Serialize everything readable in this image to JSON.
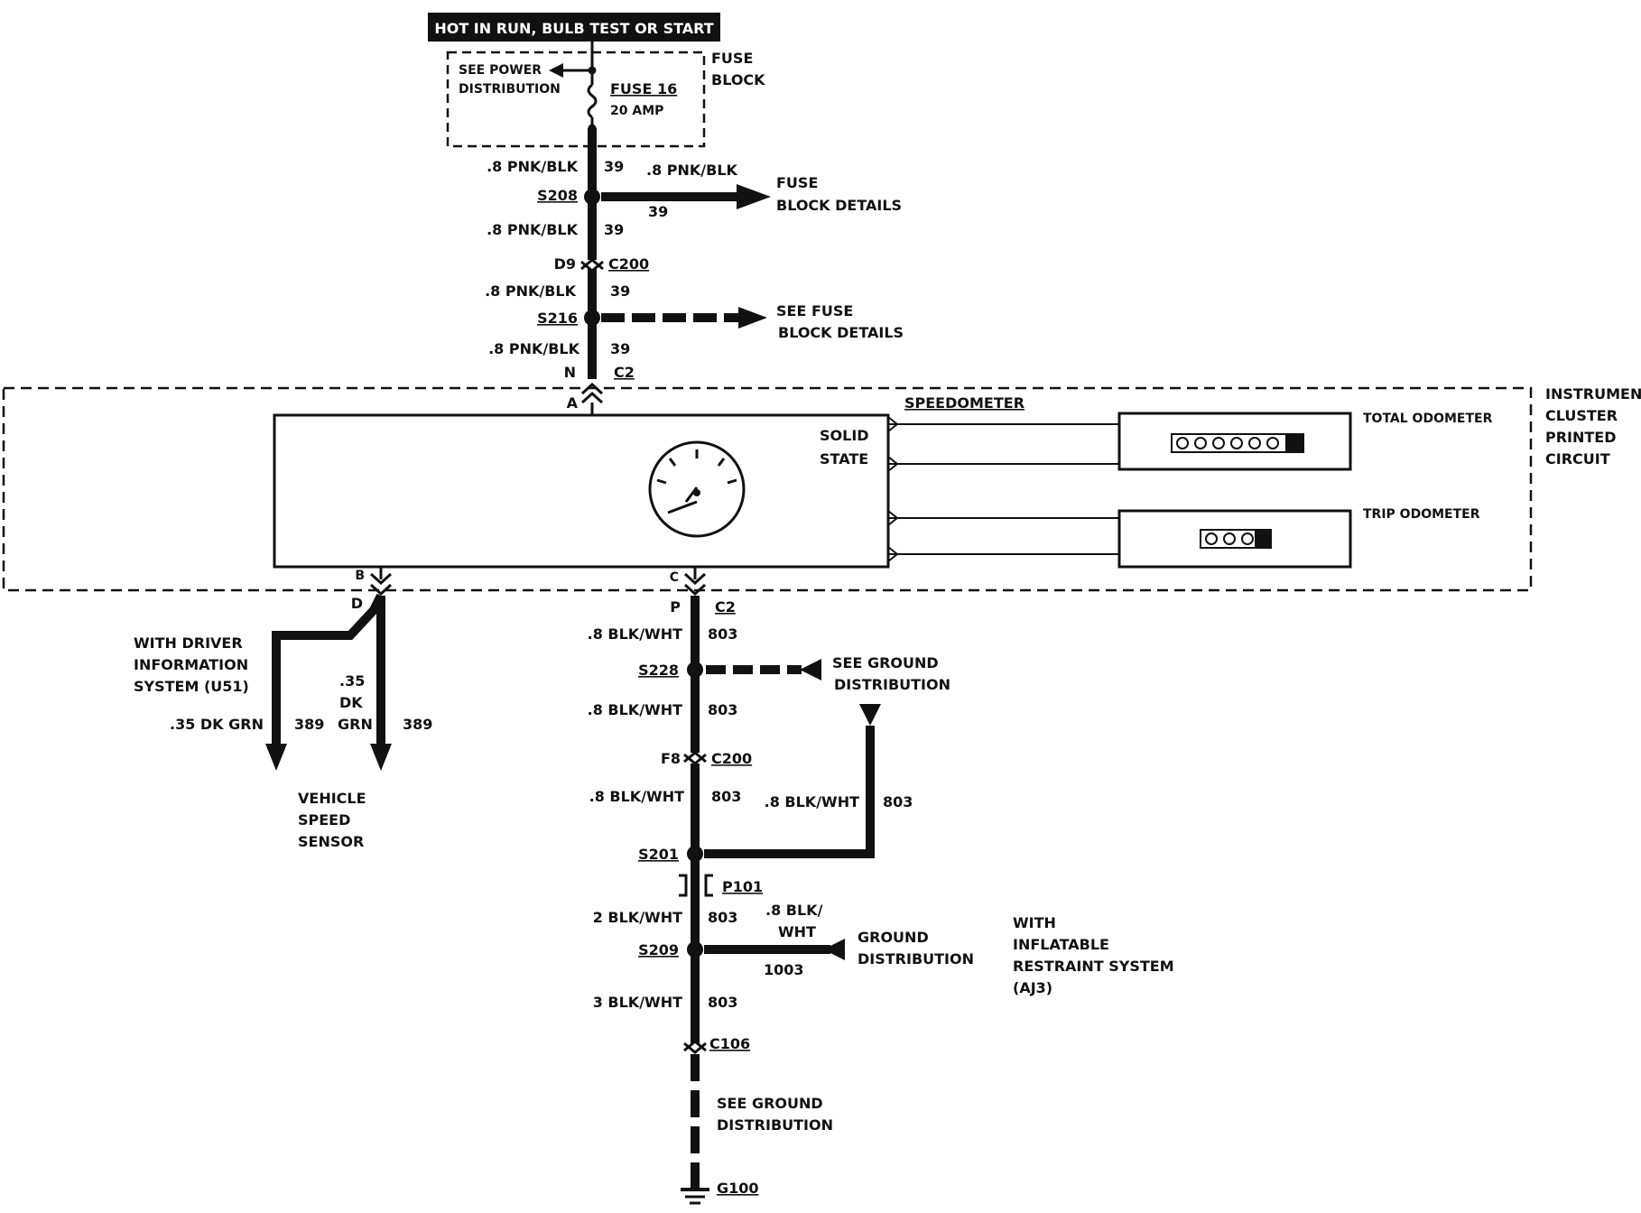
{
  "header": {
    "power_label": "HOT IN RUN, BULB TEST OR START"
  },
  "fuse_block": {
    "title_line1": "FUSE",
    "title_line2": "BLOCK",
    "see_power_line1": "SEE POWER",
    "see_power_line2": "DISTRIBUTION",
    "fuse_name": "FUSE 16",
    "fuse_rating": "20 AMP"
  },
  "upper_wires": {
    "seg1_wire": ".8 PNK/BLK",
    "seg1_circuit": "39",
    "branch1_wire": ".8 PNK/BLK",
    "branch1_circuit": "39",
    "branch1_dest_line1": "FUSE",
    "branch1_dest_line2": "BLOCK DETAILS",
    "splice1": "S208",
    "seg2_wire": ".8 PNK/BLK",
    "seg2_circuit": "39",
    "conn1_pin": "D9",
    "conn1": "C200",
    "seg3_wire": ".8 PNK/BLK",
    "seg3_circuit": "39",
    "splice2": "S216",
    "branch2_dest_line1": "SEE FUSE",
    "branch2_dest_line2": "BLOCK DETAILS",
    "seg4_wire": ".8 PNK/BLK",
    "seg4_circuit": "39",
    "conn2_pin": "N",
    "conn2": "C2",
    "cluster_pin_a": "A"
  },
  "cluster": {
    "label_line1": "INSTRUMENT",
    "label_line2": "CLUSTER",
    "label_line3": "PRINTED",
    "label_line4": "CIRCUIT",
    "speedometer": "SPEEDOMETER",
    "solid_line1": "SOLID",
    "solid_line2": "STATE",
    "total_odometer": "TOTAL ODOMETER",
    "trip_odometer": "TRIP ODOMETER",
    "pin_b": "B",
    "pin_c": "C"
  },
  "vss": {
    "conn_pin": "D",
    "option_line1": "WITH DRIVER",
    "option_line2": "INFORMATION",
    "option_line3": "SYSTEM (U51)",
    "left_wire": ".35 DK GRN",
    "left_circuit": "389",
    "right_wire_line1": ".35",
    "right_wire_line2": "DK",
    "right_wire_line3": "GRN",
    "right_circuit": "389",
    "dest_line1": "VEHICLE",
    "dest_line2": "SPEED",
    "dest_line3": "SENSOR"
  },
  "ground_path": {
    "conn1_pin": "P",
    "conn1": "C2",
    "seg1_wire": ".8 BLK/WHT",
    "seg1_circuit": "803",
    "splice1": "S228",
    "see_ground_line1": "SEE GROUND",
    "see_ground_line2": "DISTRIBUTION",
    "seg2_wire": ".8 BLK/WHT",
    "seg2_circuit": "803",
    "conn2_pin": "F8",
    "conn2": "C200",
    "seg3_wire": ".8 BLK/WHT",
    "seg3_circuit": "803",
    "side_wire": ".8 BLK/WHT",
    "side_circuit": "803",
    "splice2": "S201",
    "pass_through": "P101",
    "seg4_wire": "2 BLK/WHT",
    "seg4_circuit": "803",
    "branch_wire_line1": ".8 BLK/",
    "branch_wire_line2": "WHT",
    "branch_circuit": "1003",
    "ground_dist_line1": "GROUND",
    "ground_dist_line2": "DISTRIBUTION",
    "splice3": "S209",
    "option_line1": "WITH",
    "option_line2": "INFLATABLE",
    "option_line3": "RESTRAINT SYSTEM",
    "option_line4": "(AJ3)",
    "seg5_wire": "3  BLK/WHT",
    "seg5_circuit": "803",
    "conn3": "C106",
    "see_ground2_line1": "SEE GROUND",
    "see_ground2_line2": "DISTRIBUTION",
    "ground": "G100"
  }
}
